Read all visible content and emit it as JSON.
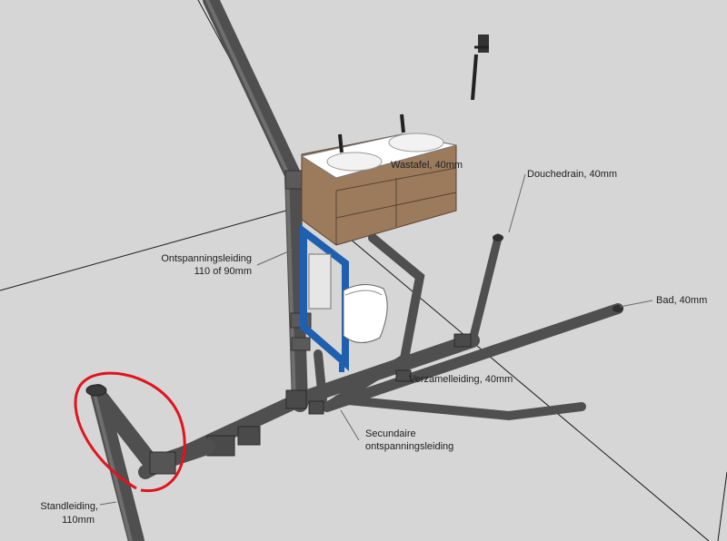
{
  "annotations": {
    "wastafel": "Wastafel, 40mm",
    "douchedrain": "Douchedrain, 40mm",
    "ontspanningsleiding_1": "Ontspanningsleiding",
    "ontspanningsleiding_2": "110 of 90mm",
    "bad": "Bad, 40mm",
    "verzamelleiding": "Verzamelleiding, 40mm",
    "secundaire_1": "Secundaire",
    "secundaire_2": "ontspanningsleiding",
    "standleiding_1": "Standleiding,",
    "standleiding_2": "110mm"
  },
  "colors": {
    "background": "#d6d6d6",
    "pipe": "#4f4f4f",
    "frame_blue": "#1f5fb0",
    "cabinet_wood": "#9b7b5c",
    "basin_white": "#ffffff",
    "highlight_red": "#e0141e"
  }
}
